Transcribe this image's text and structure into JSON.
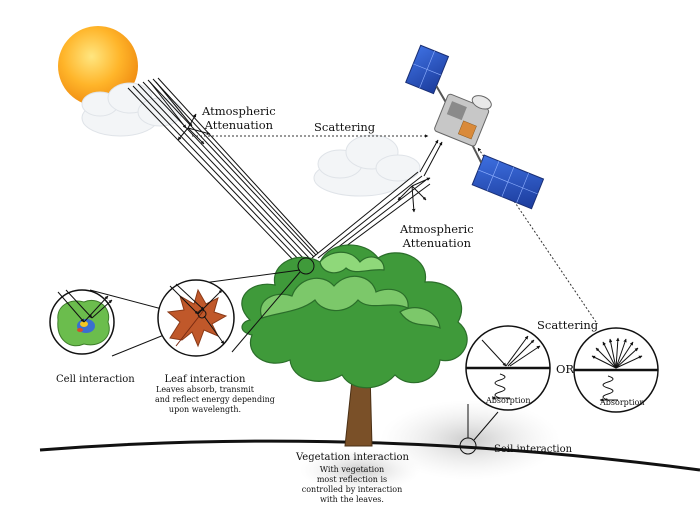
{
  "labels": {
    "atmos_top_line1": "Atmospheric",
    "atmos_top_line2": "Attenuation",
    "scattering_top": "Scattering",
    "atmos_mid_line1": "Atmospheric",
    "atmos_mid_line2": "Attenuation",
    "scattering_right": "Scattering",
    "or": "OR",
    "absorption_left": "Absorption",
    "absorption_right": "Absorption",
    "cell_interaction": "Cell interaction",
    "leaf_interaction": "Leaf interaction",
    "leaf_desc_1": "Leaves absorb, transmit",
    "leaf_desc_2": "and reflect energy depending",
    "leaf_desc_3": "upon wavelength.",
    "soil_interaction": "Soil interaction",
    "vegetation_interaction": "Vegetation interaction",
    "veg_desc_1": "With vegetation",
    "veg_desc_2": "most reflection is",
    "veg_desc_3": "controlled by interaction",
    "veg_desc_4": "with the leaves."
  },
  "colors": {
    "sun_outer": "#f39a16",
    "sun_inner": "#ffd24a",
    "leaf": "#c0582a",
    "tree_green": "#3f9a3a",
    "tree_light": "#7cc86a",
    "trunk": "#7a5028",
    "solar_panel": "#2a55c9",
    "satellite_body": "#b8b8b8",
    "cell_green": "#6bbd4d"
  },
  "icons": [
    "sun-icon",
    "cloud-icon",
    "satellite-icon",
    "tree-icon",
    "leaf-icon",
    "cell-icon"
  ]
}
